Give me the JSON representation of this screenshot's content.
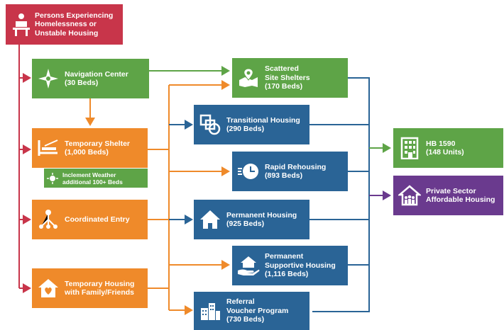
{
  "nodes": {
    "start": "Persons Experiencing\nHomelessness or\nUnstable Housing",
    "navigation": "Navigation Center\n(30 Beds)",
    "temp_shelter": "Temporary Shelter\n(1,000 Beds)",
    "inclement": "Inclement Weather\nadditional 100+ Beds",
    "coordinated": "Coordinated Entry",
    "family": "Temporary Housing\nwith Family/Friends",
    "scattered": "Scattered\nSite Shelters\n(170 Beds)",
    "transitional": "Transitional Housing\n(290 Beds)",
    "rapid": "Rapid Rehousing\n(893 Beds)",
    "permanent": "Permanent Housing\n(925 Beds)",
    "psh": "Permanent\nSupportive Housing\n(1,116 Beds)",
    "voucher": "Referral\nVoucher Program\n(730 Beds)",
    "hb1590": "HB 1590\n(148 Units)",
    "private": "Private Sector\nAffordable Housing"
  },
  "colors": {
    "red": "#c8354a",
    "green": "#5ea447",
    "orange": "#ef8a2a",
    "blue": "#2a6496",
    "purple": "#6a3a8e"
  },
  "icons": {
    "start": "person-at-desk-icon",
    "navigation": "compass-star-icon",
    "temp_shelter": "shelter-bed-icon",
    "inclement": "weather-icon",
    "coordinated": "network-nodes-icon",
    "family": "house-heart-icon",
    "scattered": "map-pin-icon",
    "transitional": "shapes-icon",
    "rapid": "clock-arrows-icon",
    "permanent": "house-icon",
    "psh": "hand-house-icon",
    "voucher": "buildings-icon",
    "hb1590": "apartment-building-icon",
    "private": "family-house-icon"
  }
}
